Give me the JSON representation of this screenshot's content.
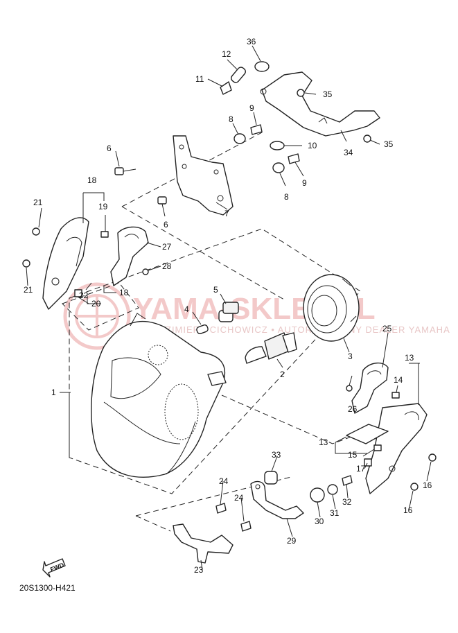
{
  "diagram_code": "20S1300-H421",
  "fwd_label": "FWD",
  "watermark": {
    "brand": "YAMA-SKLEP.PL",
    "tagline": "WŁODZIMIERZ CICHOWICZ • AUTORYZOWANY DEALER YAMAHA"
  },
  "callouts": {
    "c1": "1",
    "c2": "2",
    "c3": "3",
    "c4": "4",
    "c5": "5",
    "c6a": "6",
    "c6b": "6",
    "c7": "7",
    "c8a": "8",
    "c8b": "8",
    "c9a": "9",
    "c9b": "9",
    "c10": "10",
    "c11": "11",
    "c12": "12",
    "c13a": "13",
    "c13b": "13",
    "c14": "14",
    "c15": "15",
    "c16a": "16",
    "c16b": "16",
    "c17": "17",
    "c18a": "18",
    "c18b": "18",
    "c19": "19",
    "c20": "20",
    "c21a": "21",
    "c21b": "21",
    "c22": "22",
    "c23": "23",
    "c24a": "24",
    "c24b": "24",
    "c25": "25",
    "c26": "26",
    "c27": "27",
    "c28": "28",
    "c29": "29",
    "c30": "30",
    "c31": "31",
    "c32": "32",
    "c33": "33",
    "c34": "34",
    "c35a": "35",
    "c35b": "35",
    "c36": "36"
  }
}
